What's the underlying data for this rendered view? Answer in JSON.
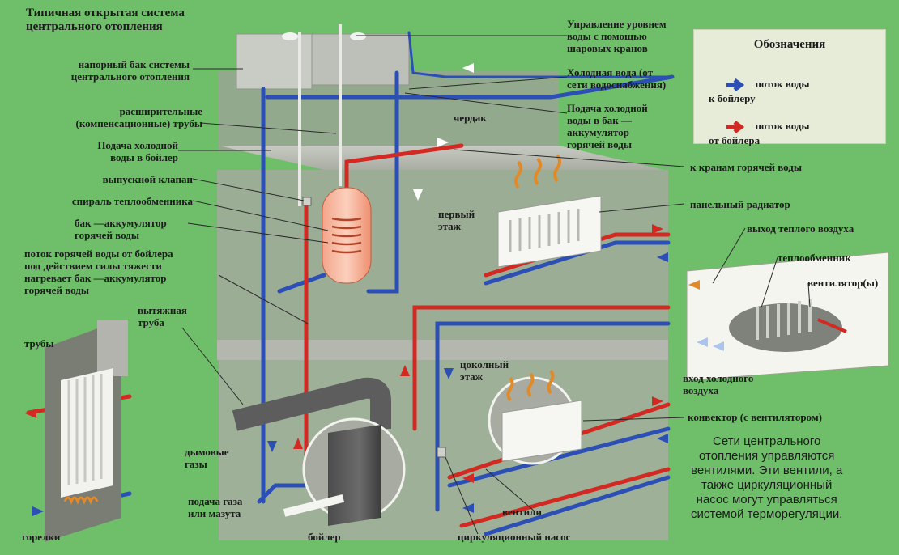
{
  "title": "Типичная открытая система\nцентрального отопления",
  "legend": {
    "heading": "Обозначения",
    "items": [
      {
        "label": "поток воды\nк бойлеру",
        "color": "#2c4fb5"
      },
      {
        "label": "поток воды\nот бойлера",
        "color": "#d22a23"
      }
    ]
  },
  "labels": {
    "header_tank": "напорный бак системы\nцентрального отопления",
    "expansion_pipes": "расширительные\n(компенсационные) трубы",
    "cold_to_boiler": "Подача холодной\nводы в бойлер",
    "release_valve": "выпускной клапан",
    "heat_coil": "спираль теплообменника",
    "hw_cylinder": "бак —аккумулятор\nгорячей воды",
    "gravity_flow": "поток горячей воды от бойлера\nпод действием силы тяжести\nнагревает бак —аккумулятор\nгорячей воды",
    "ball_valves": "Управление уровнем\nводы с помощью\nшаровых кранов",
    "cold_mains": "Холодная вода (от\nсети водоснабжения)",
    "cold_to_cylinder": "Подача холодной\nводы в бак —\nаккумулятор\nгорячей воды",
    "attic": "чердак",
    "hot_taps": "к кранам горячей воды",
    "first_floor": "первый\nэтаж",
    "panel_radiator": "панельный радиатор",
    "warm_air_out": "выход теплого воздуха",
    "heat_exchanger": "теплообменник",
    "fans": "вентилятор(ы)",
    "cold_air_in": "вход холодного\nвоздуха",
    "flue_pipe": "вытяжная\nтруба",
    "tubes": "трубы",
    "flue_gases": "дымовые\nгазы",
    "basement": "цоколный\nэтаж",
    "convector": "конвектор (с вентилятором)",
    "gas_oil": "подача газа\nили мазута",
    "valves": "вентили",
    "burners": "горелки",
    "boiler": "бойлер",
    "pump": "циркуляционный насос"
  },
  "note": "Сети центрального\nотопления управляются\nвентилями. Эти вентили, а\nтакже циркуляционный\nнасос могут управляться\nсистемой терморегуляции.",
  "colors": {
    "background": "#6fbf6a",
    "cold": "#2c4fb5",
    "hot": "#d22a23",
    "floor": "#b9bdb2"
  }
}
